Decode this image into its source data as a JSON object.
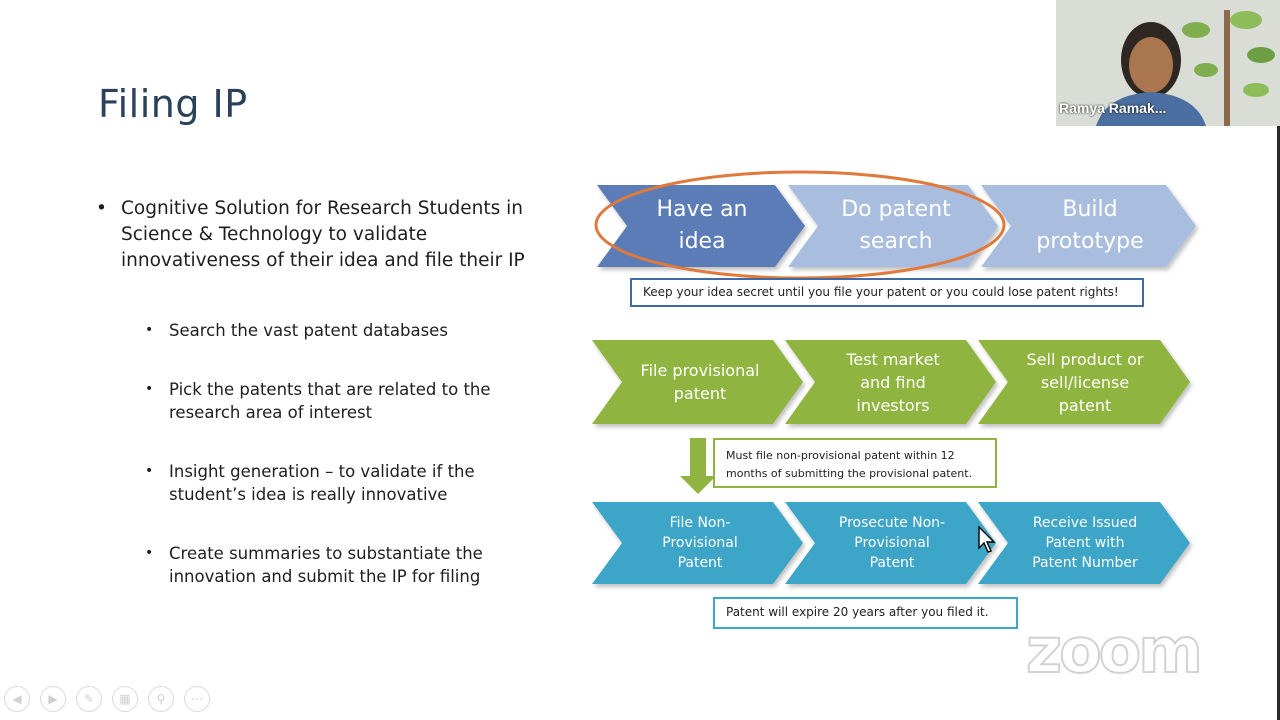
{
  "slide": {
    "title": "Filing IP",
    "main_bullet": "Cognitive Solution for Research Students in Science & Technology to validate innovativeness of their idea and file their IP",
    "sub_bullets": [
      "Search the vast patent databases",
      "Pick the patents that are related to the research area of interest",
      "Insight generation – to validate if the student’s idea is really innovative",
      "Create summaries to substantiate the innovation and submit the IP for filing"
    ],
    "bullet_glyph": "•"
  },
  "flow": {
    "row1": [
      "Have an idea",
      "Do patent search",
      "Build prototype"
    ],
    "note1": "Keep your idea secret until you file your patent or you could lose patent rights!",
    "row2": [
      "File provisional patent",
      "Test market and find investors",
      "Sell product or sell/license patent"
    ],
    "note2": "Must file non-provisional patent within 12 months of submitting the provisional patent.",
    "row3": [
      "File Non-Provisional Patent",
      "Prosecute Non-Provisional Patent",
      "Receive Issued Patent with Patent Number"
    ],
    "note3": "Patent will expire 20 years after you filed it.",
    "colors": {
      "row1_dark": "#5b7cb8",
      "row1_light": "#a9bedf",
      "row2": "#8fb441",
      "row3": "#3ea6c8",
      "highlight_ellipse": "#e07a3c",
      "note1_border": "#3f6aa8",
      "note2_border": "#8fb441",
      "note3_border": "#3ea6c8"
    }
  },
  "video": {
    "participant_name": "Ramya Ramak..."
  },
  "branding": {
    "logo_text": "zoom"
  },
  "toolbar": {
    "icons": [
      "prev-slide-icon",
      "next-slide-icon",
      "pen-icon",
      "slides-grid-icon",
      "magnify-icon",
      "more-icon"
    ]
  }
}
